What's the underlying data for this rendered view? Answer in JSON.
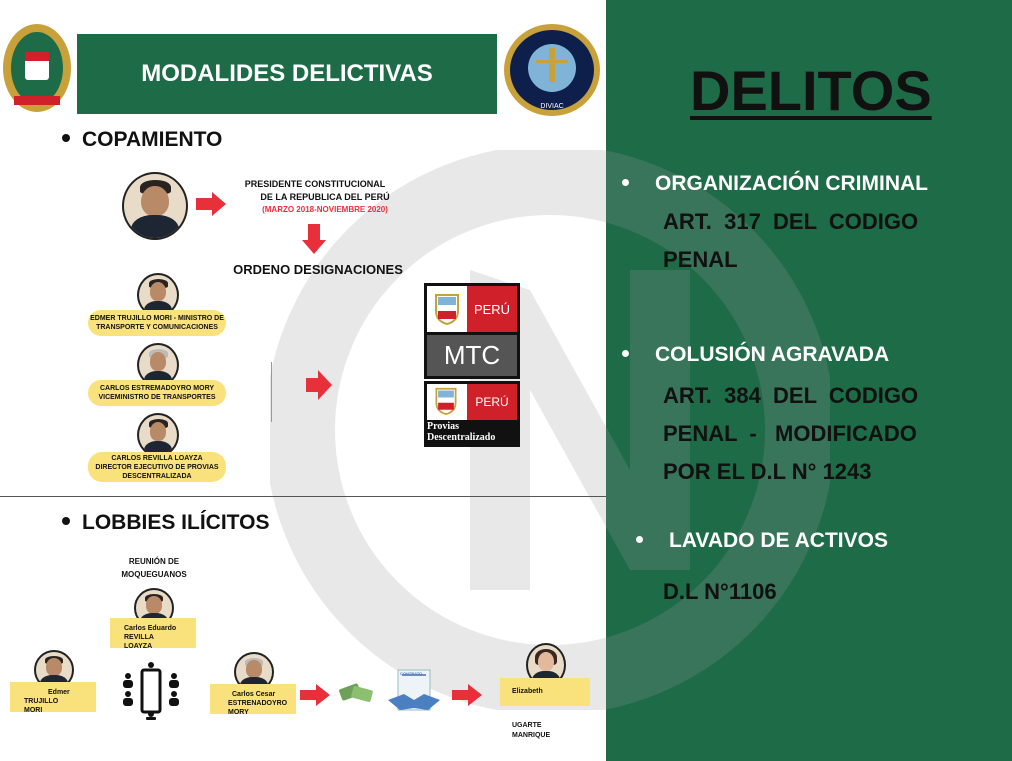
{
  "left": {
    "title": "MODALIDES DELICTIVAS",
    "copamiento": {
      "heading": "COPAMIENTO",
      "president": {
        "line1": "PRESIDENTE CONSTITUCIONAL",
        "line2": "DE   LA REPUBLICA DEL PERÚ",
        "period": "(MARZO 2018-NOVIEMBRE 2020)"
      },
      "designations": "ORDENO DESIGNACIONES",
      "people": [
        {
          "line1": "EDMER TRUJILLO MORI - MINISTRO DE",
          "line2": "TRANSPORTE Y COMUNICACIONES"
        },
        {
          "line1": "CARLOS ESTREMADOYRO MORY",
          "line2": "VICEMINISTRO DE TRANSPORTES"
        },
        {
          "line1": "CARLOS REVILLA LOAYZA",
          "line2": "DIRECTOR EJECUTIVO DE  PROVIAS",
          "line3": "DESCENTRALIZADA"
        }
      ],
      "mtc": {
        "country": "PERÚ",
        "name": "MTC"
      },
      "provias": {
        "country": "PERÚ",
        "line1": "Provias",
        "line2": "Descentralizado"
      }
    },
    "lobbies": {
      "heading": "LOBBIES ILÍCITOS",
      "meeting": {
        "line1": "REUNIÓN DE",
        "line2": "MOQUEGUANOS"
      },
      "revilla": {
        "line1": "Carlos Eduardo",
        "line2": "REVILLA",
        "line3": "LOAYZA"
      },
      "edmer": {
        "line1": "Edmer",
        "line2": "TRUJILLO",
        "line3": "MORI"
      },
      "carlos": {
        "line1": "Carlos Cesar",
        "line2": "ESTRENADOYRO",
        "line3": "MORY"
      },
      "contract_label": "CONTRATO",
      "elizabeth": {
        "name": "Elizabeth",
        "line1": "UGARTE",
        "line2": "MANRIQUE"
      }
    }
  },
  "right": {
    "title": "DELITOS",
    "items": [
      {
        "heading": "ORGANIZACIÓN CRIMINAL",
        "text1": "ART.  317  DEL  CODIGO",
        "text2": "PENAL"
      },
      {
        "heading": "COLUSIÓN AGRAVADA",
        "text1": "ART.  384  DEL  CODIGO",
        "text2": "PENAL  -   MODIFICADO",
        "text3": "POR EL D.L N° 1243"
      },
      {
        "heading": "LAVADO DE ACTIVOS",
        "text1": "D.L N°1106"
      }
    ]
  },
  "colors": {
    "green": "#1e6b48",
    "yellow": "#f9e27c",
    "red": "#e8303a"
  }
}
